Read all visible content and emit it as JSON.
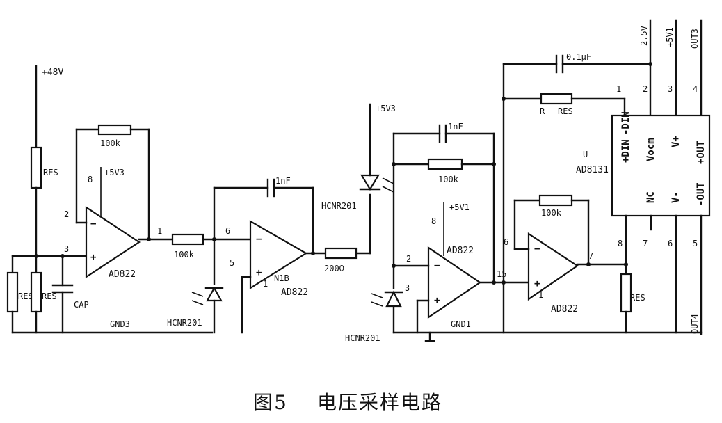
{
  "labels": {
    "v48": "+48V",
    "res": "RES",
    "r100k": "100k",
    "r200": "200Ω",
    "v5v3": "+5V3",
    "v5v1": "+5V1",
    "ad822": "AD822",
    "ad8131": "AD8131",
    "hcnr201": "HCNR201",
    "cap": "CAP",
    "gnd3": "GND3",
    "gnd1": "GND1",
    "c1nf": "1nF",
    "c01uf": "0.1μF",
    "r": "R",
    "u": "U",
    "n1b": "N1B",
    "v25": "2.5V",
    "v5v1_top": "+5V1",
    "out3": "OUT3",
    "out4": "OUT4",
    "pin_dinp": "+DIN",
    "pin_dinn": "-DIN",
    "pin_vocm": "Vocm",
    "pin_vp": "V+",
    "pin_nc": "NC",
    "pin_vn": "V-",
    "pin_outn": "-OUT",
    "pin_outp": "+OUT",
    "pin1": "1",
    "pin2": "2",
    "pin3": "3",
    "pin4": "4",
    "pin5": "5",
    "pin6": "6",
    "pin7": "7",
    "pin8": "8",
    "pin15": "15",
    "plus": "+",
    "minus": "−"
  },
  "caption": {
    "figure_no": "图5",
    "title": "电压采样电路"
  }
}
